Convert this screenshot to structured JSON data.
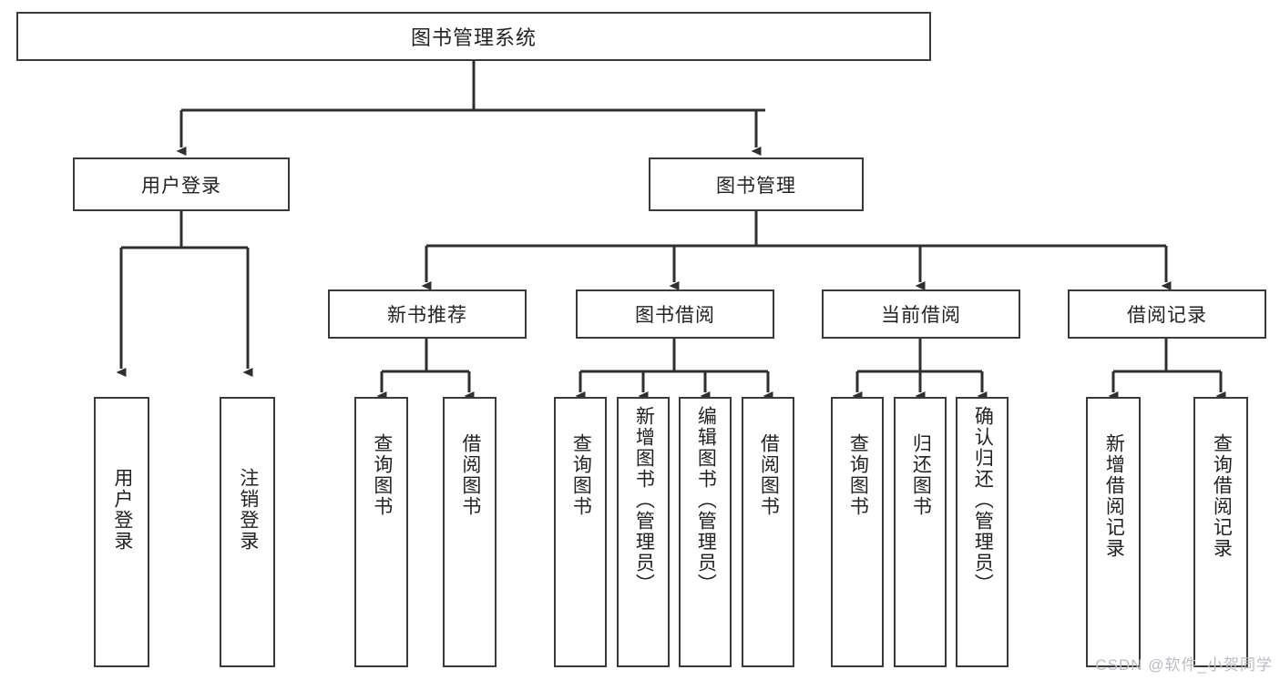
{
  "diagram": {
    "title": "图书管理系统",
    "type": "tree",
    "orientation": "top-down",
    "colors": {
      "box_border": "#3a3a3a",
      "box_fill": "#ffffff",
      "connector": "#2f2f2f",
      "text": "#222222",
      "watermark": "#b9bcc1",
      "background": "#ffffff"
    },
    "root": {
      "label": "图书管理系统"
    },
    "level1": [
      {
        "label": "用户登录"
      },
      {
        "label": "图书管理"
      }
    ],
    "level2": [
      {
        "label": "新书推荐"
      },
      {
        "label": "图书借阅"
      },
      {
        "label": "当前借阅"
      },
      {
        "label": "借阅记录"
      }
    ],
    "leaves": {
      "user_login": [
        {
          "label": "用户登录"
        },
        {
          "label": "注销登录"
        }
      ],
      "new_book_recommend": [
        {
          "label": "查询图书"
        },
        {
          "label": "借阅图书"
        }
      ],
      "book_borrow": [
        {
          "label": "查询图书"
        },
        {
          "label": "新增图书（管理员）"
        },
        {
          "label": "编辑图书（管理员）"
        },
        {
          "label": "借阅图书"
        }
      ],
      "current_borrow": [
        {
          "label": "查询图书"
        },
        {
          "label": "归还图书"
        },
        {
          "label": "确认归还（管理员）"
        }
      ],
      "borrow_record": [
        {
          "label": "新增借阅记录"
        },
        {
          "label": "查询借阅记录"
        }
      ]
    }
  },
  "watermark": {
    "text": "CSDN @软件_小贺同学"
  }
}
